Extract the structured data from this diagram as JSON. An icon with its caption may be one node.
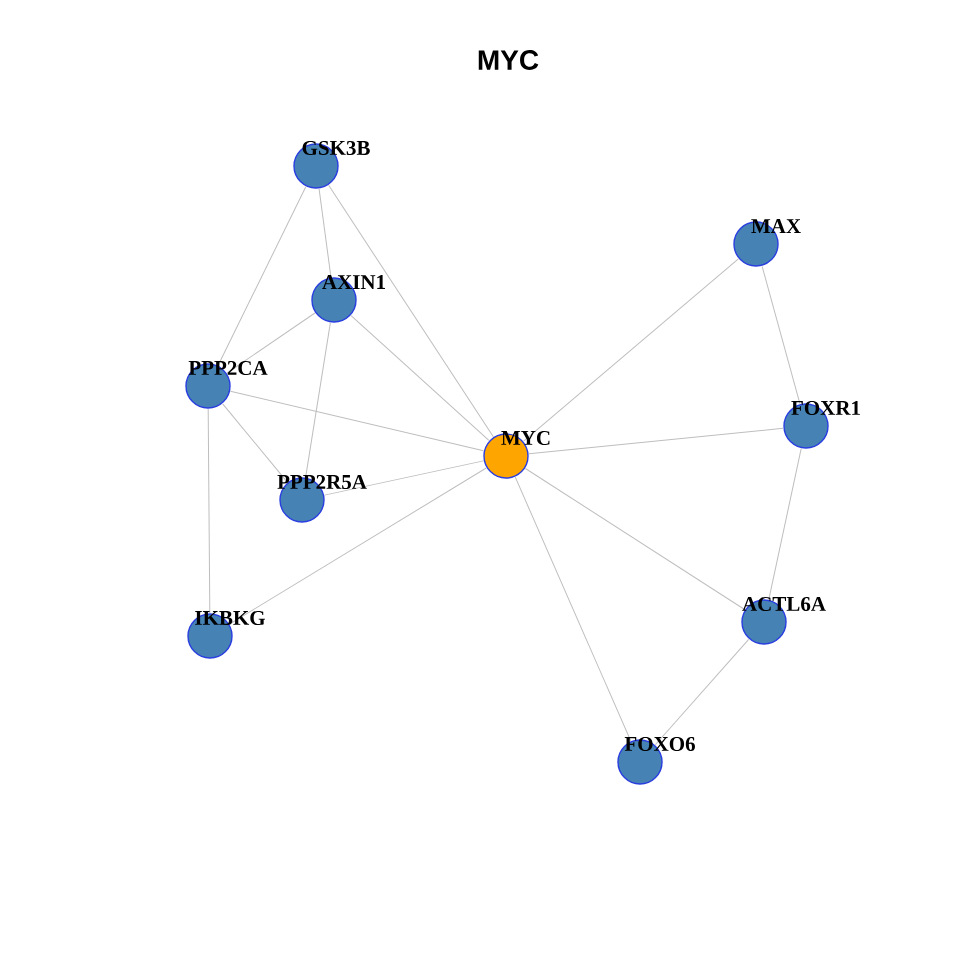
{
  "diagram": {
    "title": "MYC",
    "nodes": [
      {
        "text": [
          "GSK3B"
        ]
      },
      {
        "text": [
          "MAX"
        ]
      },
      {
        "text": [
          "AXIN1"
        ]
      },
      {
        "text": [
          "PPP2CA"
        ]
      },
      {
        "text": [
          "FOXR1"
        ]
      },
      {
        "text": [
          "MYC"
        ]
      },
      {
        "text": [
          "PPP2R5A"
        ]
      },
      {
        "text": [
          "ACTL6A"
        ]
      },
      {
        "text": [
          "IKBKG"
        ]
      },
      {
        "text": [
          "FOXO6"
        ]
      }
    ],
    "edges": [
      {
        "from": 0,
        "to": 3,
        "arrow": "none"
      },
      {
        "from": 0,
        "to": 2,
        "arrow": "none"
      },
      {
        "from": 0,
        "to": 5,
        "arrow": "none"
      },
      {
        "from": 2,
        "to": 3,
        "arrow": "none"
      },
      {
        "from": 2,
        "to": 6,
        "arrow": "none"
      },
      {
        "from": 2,
        "to": 5,
        "arrow": "none"
      },
      {
        "from": 3,
        "to": 5,
        "arrow": "none"
      },
      {
        "from": 3,
        "to": 6,
        "arrow": "none"
      },
      {
        "from": 3,
        "to": 8,
        "arrow": "none"
      },
      {
        "from": 6,
        "to": 5,
        "arrow": "none"
      },
      {
        "from": 8,
        "to": 5,
        "arrow": "none"
      },
      {
        "from": 5,
        "to": 1,
        "arrow": "none"
      },
      {
        "from": 5,
        "to": 4,
        "arrow": "none"
      },
      {
        "from": 5,
        "to": 7,
        "arrow": "none"
      },
      {
        "from": 5,
        "to": 9,
        "arrow": "none"
      },
      {
        "from": 1,
        "to": 4,
        "arrow": "none"
      },
      {
        "from": 4,
        "to": 7,
        "arrow": "none"
      },
      {
        "from": 7,
        "to": 9,
        "arrow": "none"
      }
    ]
  }
}
